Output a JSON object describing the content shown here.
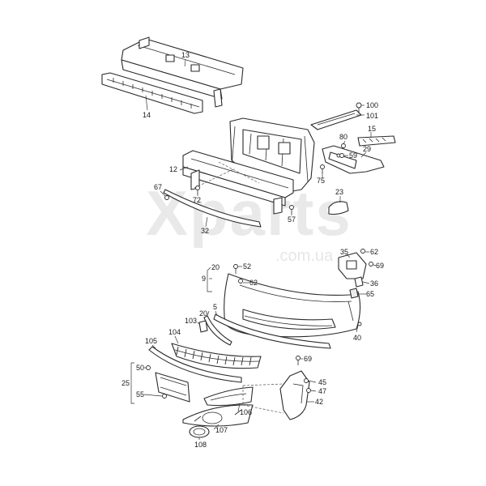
{
  "watermark": {
    "brand": "Xparts",
    "domain": ".com.ua"
  },
  "callouts": {
    "c13": "13",
    "c14": "14",
    "c100": "100",
    "c101": "101",
    "c15": "15",
    "c80": "80",
    "c59": "59",
    "c29": "29",
    "c12": "12",
    "c75": "75",
    "c67": "67",
    "c72": "72",
    "c23": "23",
    "c57": "57",
    "c32": "32",
    "c20a": "20",
    "c9": "9",
    "c52": "52",
    "c62a": "62",
    "c35": "35",
    "c62b": "62",
    "c69a": "69",
    "c36": "36",
    "c65": "65",
    "c20b": "20",
    "c103": "103",
    "c5": "5",
    "c40": "40",
    "c104": "104",
    "c105": "105",
    "c69b": "69",
    "c50": "50",
    "c25": "25",
    "c55": "55",
    "c45": "45",
    "c47": "47",
    "c42": "42",
    "c106": "106",
    "c107": "107",
    "c108": "108"
  }
}
